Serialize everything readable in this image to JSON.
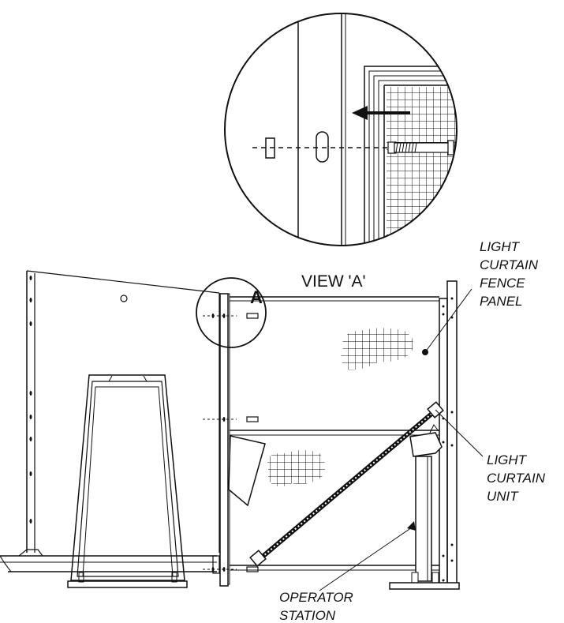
{
  "view_title": "VIEW  'A'",
  "detail_marker": "A",
  "labels": {
    "fence_panel": [
      "LIGHT",
      "CURTAIN",
      "FENCE",
      "PANEL"
    ],
    "curtain_unit": [
      "LIGHT",
      "CURTAIN",
      "UNIT"
    ],
    "operator_station": [
      "OPERATOR",
      "STATION"
    ]
  }
}
